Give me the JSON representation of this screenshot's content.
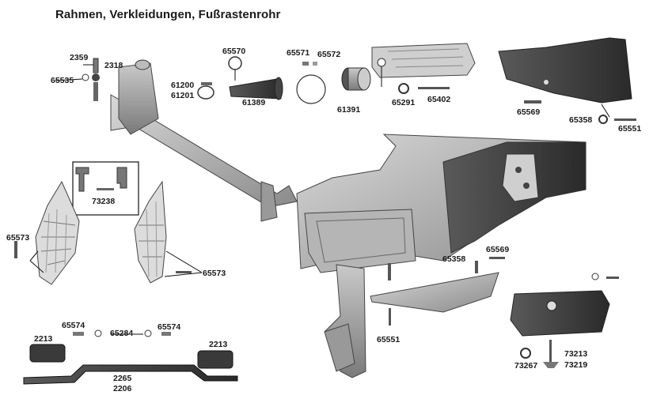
{
  "title": "Rahmen, Verkleidungen, Fußrastenrohr",
  "labels": {
    "p2359": "2359",
    "p2318": "2318",
    "p65535": "65535",
    "p65570": "65570",
    "p61200": "61200",
    "p61201": "61201",
    "p61389": "61389",
    "p65571": "65571",
    "p65572": "65572",
    "p61391": "61391",
    "p65291": "65291",
    "p65402": "65402",
    "p65569a": "65569",
    "p65358a": "65358",
    "p65551a": "65551",
    "p73238": "73238",
    "p65573a": "65573",
    "p65573b": "65573",
    "p65358b": "65358",
    "p65569b": "65569",
    "p65551b": "65551",
    "p65574a": "65574",
    "p65284": "65284",
    "p65574b": "65574",
    "p2213a": "2213",
    "p2213b": "2213",
    "p2265": "2265",
    "p2206": "2206",
    "p73213": "73213",
    "p73219": "73219",
    "p73267": "73267"
  }
}
